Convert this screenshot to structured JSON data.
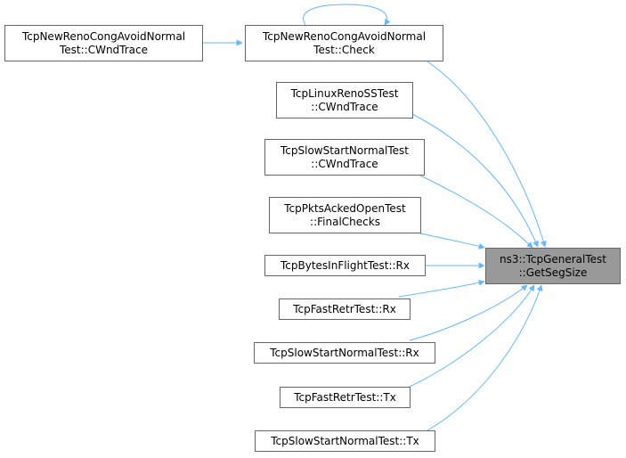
{
  "diagram": {
    "colors": {
      "edge": "#63b8ff",
      "node_border": "#666666",
      "focus_fill": "#999999",
      "node_fill": "#ffffff"
    },
    "nodes": {
      "cwnd_trace_normal": [
        "TcpNewRenoCongAvoidNormal",
        "Test::CWndTrace"
      ],
      "check": [
        "TcpNewRenoCongAvoidNormal",
        "Test::Check"
      ],
      "linux_reno": [
        "TcpLinuxRenoSSTest",
        "::CWndTrace"
      ],
      "slow_start_cwnd": [
        "TcpSlowStartNormalTest",
        "::CWndTrace"
      ],
      "pkts_acked": [
        "TcpPktsAckedOpenTest",
        "::FinalChecks"
      ],
      "bytes_in_flight": [
        "TcpBytesInFlightTest::Rx"
      ],
      "fast_retr_rx": [
        "TcpFastRetrTest::Rx"
      ],
      "slow_start_rx": [
        "TcpSlowStartNormalTest::Rx"
      ],
      "fast_retr_tx": [
        "TcpFastRetrTest::Tx"
      ],
      "slow_start_tx": [
        "TcpSlowStartNormalTest::Tx"
      ],
      "target": [
        "ns3::TcpGeneralTest",
        "::GetSegSize"
      ]
    }
  }
}
